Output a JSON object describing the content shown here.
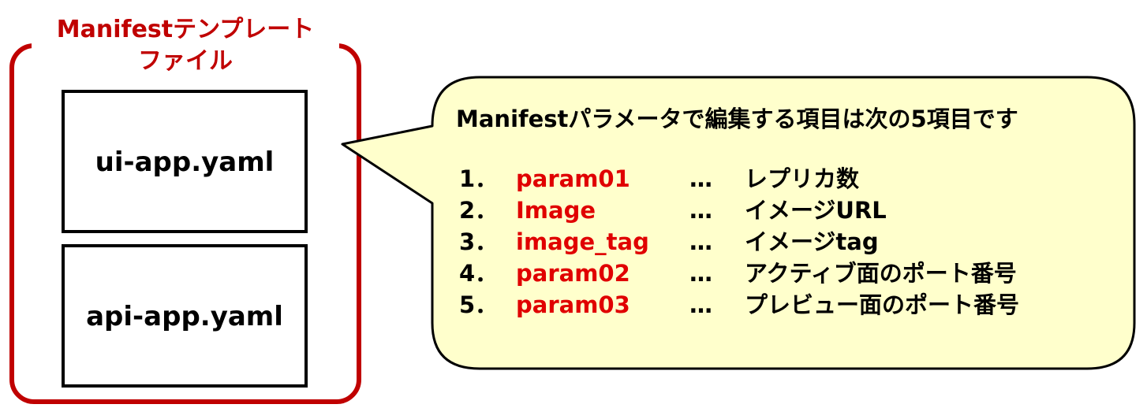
{
  "group": {
    "title_line1": "Manifestテンプレート",
    "title_line2": "ファイル",
    "border_color": "#c00000"
  },
  "files": [
    {
      "name": "ui-app.yaml"
    },
    {
      "name": "api-app.yaml"
    }
  ],
  "callout": {
    "heading": "Manifestパラメータで編集する項目は次の5項目です",
    "fill_color": "#ffffcc",
    "items": [
      {
        "number": "1．",
        "param": "param01",
        "separator": "…",
        "description": "レプリカ数"
      },
      {
        "number": "2．",
        "param": "Image",
        "separator": "…",
        "description": "イメージURL"
      },
      {
        "number": "3．",
        "param": "image_tag",
        "separator": "…",
        "description": "イメージtag"
      },
      {
        "number": "4．",
        "param": "param02",
        "separator": "…",
        "description": "アクティブ面のポート番号"
      },
      {
        "number": "5．",
        "param": "param03",
        "separator": "…",
        "description": "プレビュー面のポート番号"
      }
    ]
  },
  "colors": {
    "param_text": "#e00000"
  }
}
